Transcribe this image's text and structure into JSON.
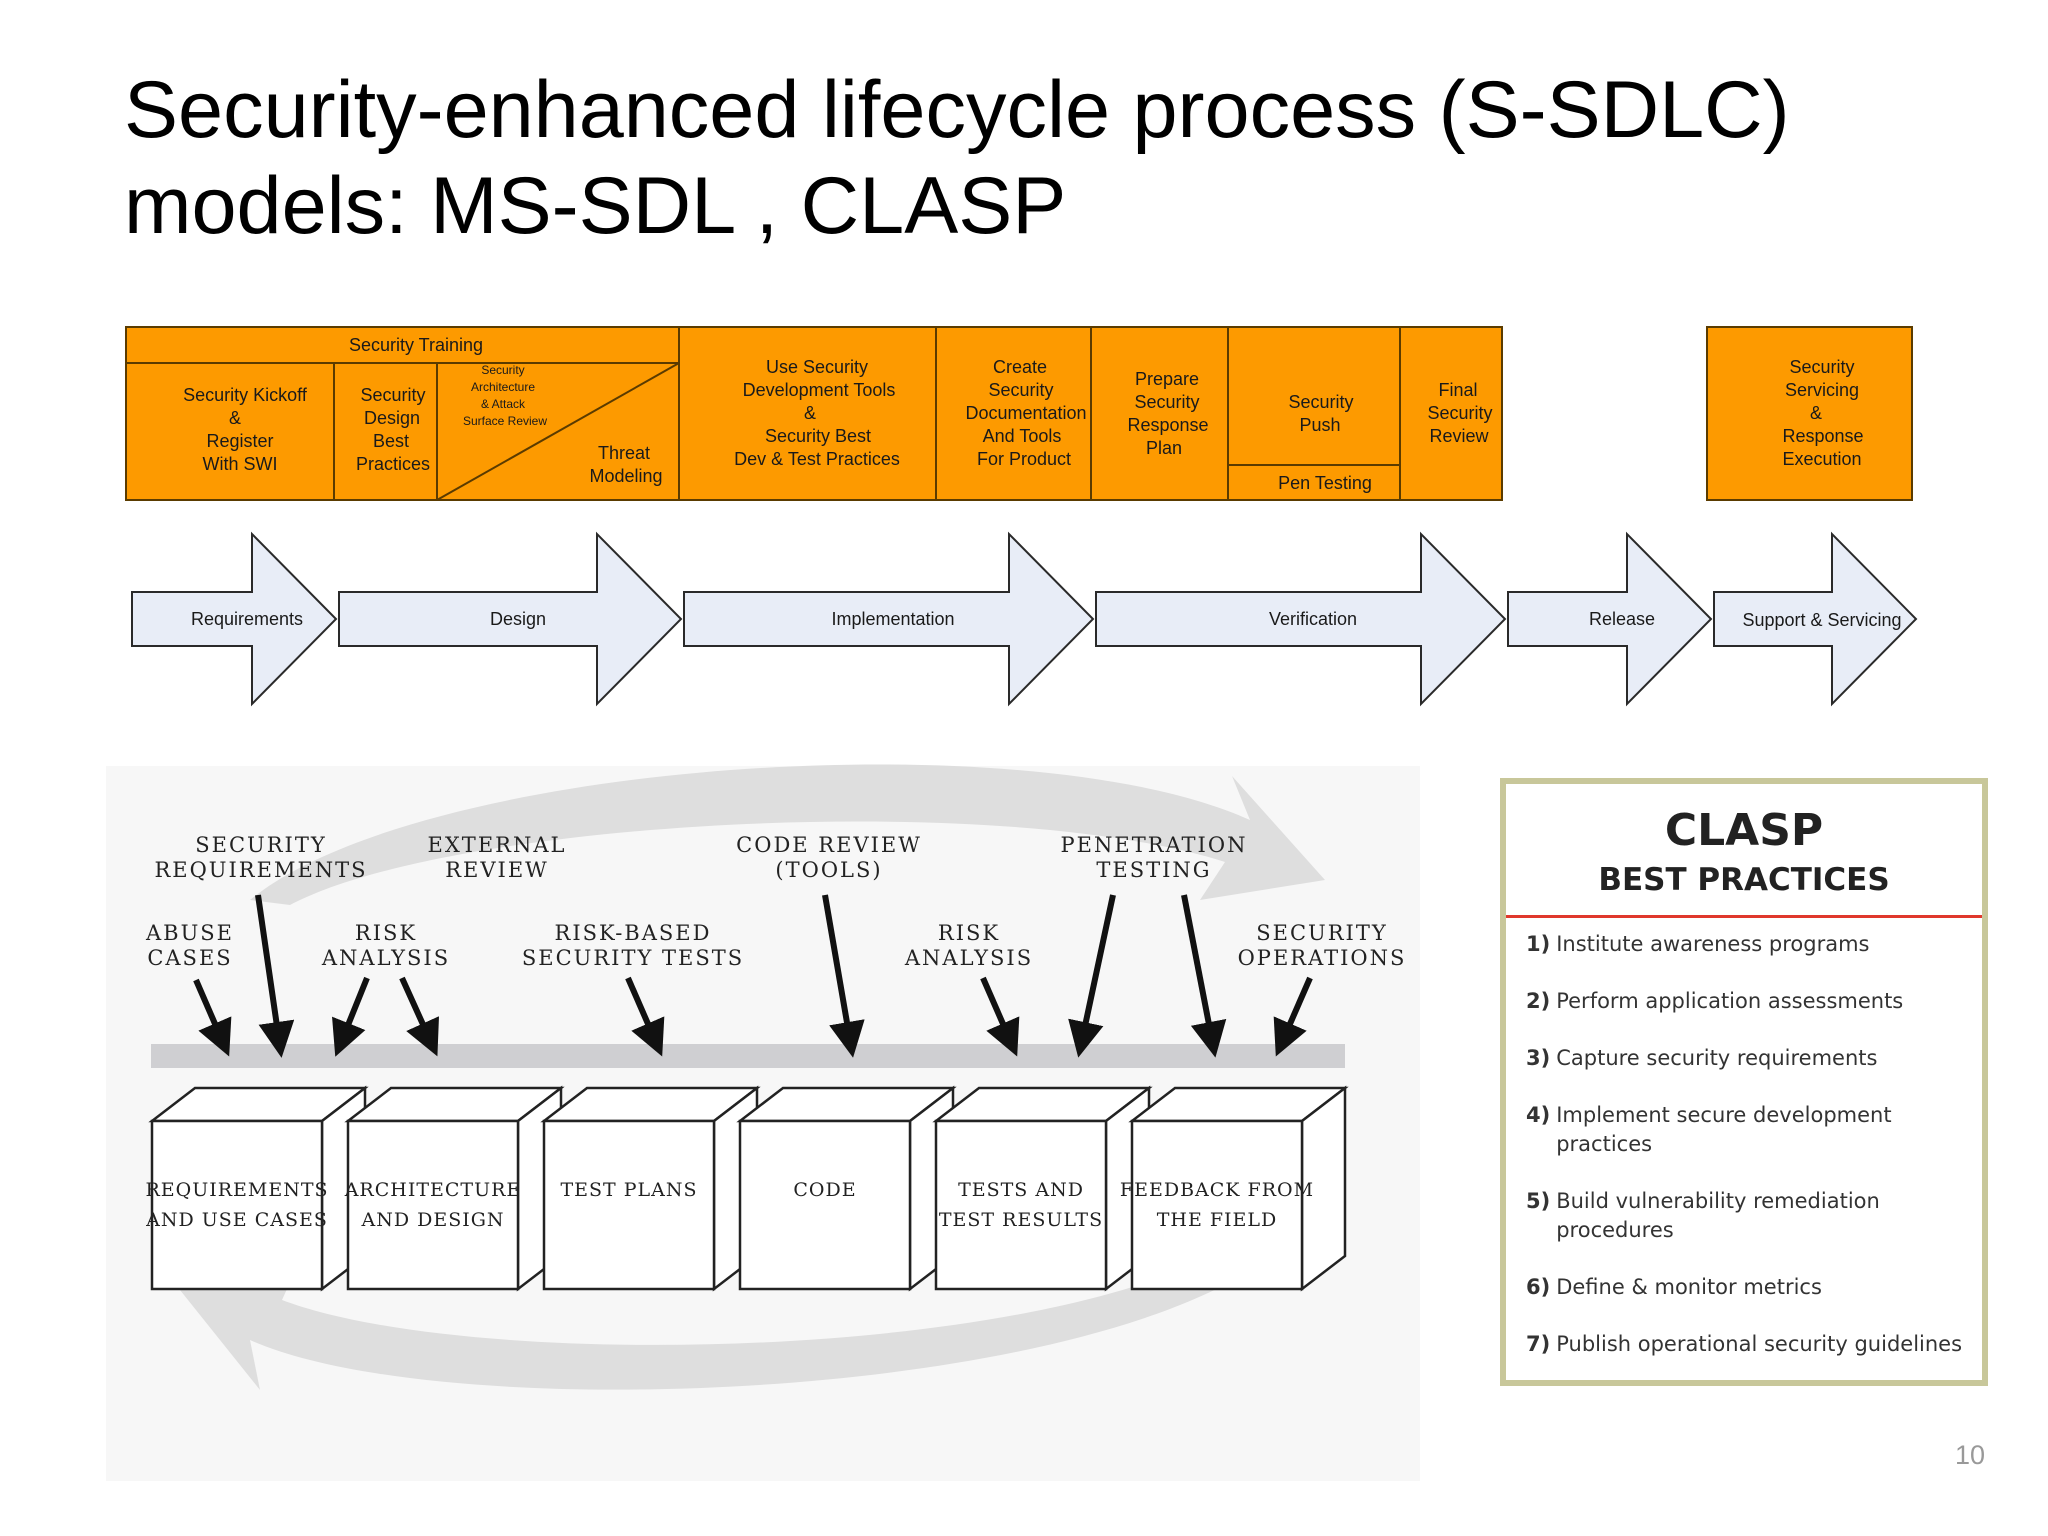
{
  "title": {
    "line1": "Security-enhanced lifecycle process (S-SDLC)",
    "line2": "models: MS-SDL , CLASP"
  },
  "msdl": {
    "training": "Security Training",
    "activities": {
      "kickoff": [
        "Security Kickoff",
        "&",
        "Register",
        "With SWI"
      ],
      "design_best": [
        "Security",
        "Design",
        "Best",
        "Practices"
      ],
      "arch_review": [
        "Security",
        "Architecture",
        "& Attack",
        "Surface Review"
      ],
      "threat": [
        "Threat",
        "Modeling"
      ],
      "dev_tools": [
        "Use Security",
        "Development Tools",
        "&",
        "Security Best",
        "Dev &  Test Practices"
      ],
      "documentation": [
        "Create",
        "Security",
        "Documentation",
        "And Tools",
        "For Product"
      ],
      "response_plan": [
        "Prepare",
        "Security",
        "Response",
        "Plan"
      ],
      "push": [
        "Security",
        "Push"
      ],
      "pen_testing": "Pen Testing",
      "final_review": [
        "Final",
        "Security",
        "Review"
      ],
      "servicing": [
        "Security",
        "Servicing",
        "&",
        "Response",
        "Execution"
      ]
    },
    "phases": [
      "Requirements",
      "Design",
      "Implementation",
      "Verification",
      "Release",
      "Support & Servicing"
    ]
  },
  "touchpoints": {
    "labels": {
      "security_requirements": [
        "SECURITY",
        "REQUIREMENTS"
      ],
      "abuse_cases": [
        "ABUSE",
        "CASES"
      ],
      "external_review": [
        "EXTERNAL",
        "REVIEW"
      ],
      "risk_analysis_1": [
        "RISK",
        "ANALYSIS"
      ],
      "risk_based_tests": [
        "RISK-BASED",
        "SECURITY TESTS"
      ],
      "code_review": [
        "CODE REVIEW",
        "(TOOLS)"
      ],
      "risk_analysis_2": [
        "RISK",
        "ANALYSIS"
      ],
      "penetration_testing": [
        "PENETRATION",
        "TESTING"
      ],
      "security_operations": [
        "SECURITY",
        "OPERATIONS"
      ]
    },
    "artifacts": [
      [
        "REQUIREMENTS",
        "AND USE CASES"
      ],
      [
        "ARCHITECTURE",
        "AND DESIGN"
      ],
      [
        "TEST PLANS"
      ],
      [
        "CODE"
      ],
      [
        "TESTS AND",
        "TEST RESULTS"
      ],
      [
        "FEEDBACK FROM",
        "THE FIELD"
      ]
    ]
  },
  "clasp": {
    "title": "CLASP",
    "subtitle": "BEST PRACTICES",
    "items": [
      {
        "num": "1)",
        "text": "Institute awareness programs"
      },
      {
        "num": "2)",
        "text": "Perform application assessments"
      },
      {
        "num": "3)",
        "text": "Capture security requirements"
      },
      {
        "num": "4)",
        "text": "Implement secure development practices"
      },
      {
        "num": "5)",
        "text": "Build vulnerability remediation procedures"
      },
      {
        "num": "6)",
        "text": "Define & monitor metrics"
      },
      {
        "num": "7)",
        "text": "Publish operational security guidelines"
      }
    ]
  },
  "slide_number": "10",
  "colors": {
    "orange": "#fd9a00",
    "arrow_fill": "#e8edf7",
    "clasp_border": "#c8c79a",
    "clasp_rule": "#e0382c"
  }
}
